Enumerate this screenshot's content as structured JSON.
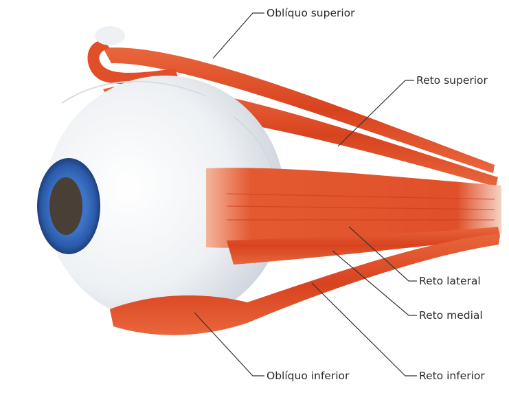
{
  "labels": {
    "obliquo_superior": "Oblíquo superior",
    "reto_superior": "Reto superior",
    "reto_lateral": "Reto lateral",
    "reto_medial": "Reto medial",
    "reto_inferior": "Reto inferior",
    "obliquo_inferior": "Oblíquo inferior"
  },
  "colors": {
    "muscle": "#e2502a",
    "muscle_dark": "#c23a1c",
    "tendon": "#f1efe9",
    "sclera": "#f3f5f7",
    "iris": "#2f63b8",
    "pupil": "#4a3f36",
    "leader_line": "#333333"
  }
}
